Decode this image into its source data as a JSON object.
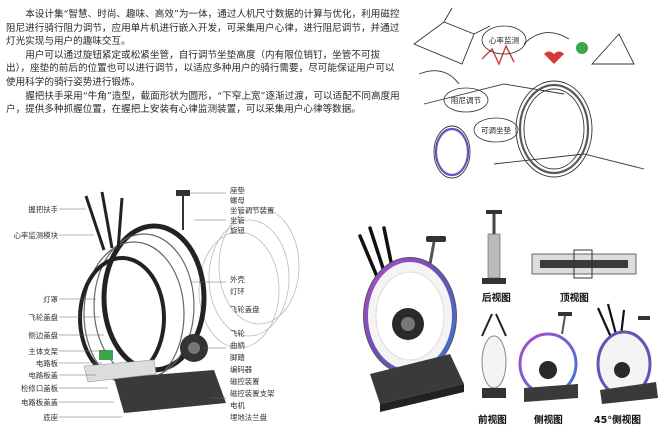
{
  "intro": {
    "paragraphs": [
      "本设计集“智慧、时尚、趣味、高效”为一体，通过人机尺寸数据的计算与优化，利用磁控阻尼进行骑行阻力调节，应用单片机进行嵌入开发，可采集用户心律，进行阻尼调节，并通过灯光实现与用户的趣味交互。",
      "用户可以通过旋钮紧定或松紧坐管，自行调节坐垫高度（内有限位销钉，坐管不可拔出），座垫的前后的位置也可以进行调节，以适应多种用户的骑行需要，尽可能保证用户可以使用科学的骑行姿势进行锻炼。",
      "握把扶手采用“牛角”造型，截面形状为圆形，“下窄上宽”逐渐过渡，可以适配不同高度用户，提供多种抓握位置，在握把上安装有心律监测装置，可以采集用户心律等数据。"
    ]
  },
  "sketch": {
    "notes": [
      "心率监测",
      "阻尼调节",
      "可调坐垫"
    ]
  },
  "exploded": {
    "left_labels": [
      "握把扶手",
      "心率监测模块",
      "灯罩",
      "飞轮盖盘",
      "侧边盖盘",
      "主体支架",
      "电路板",
      "电路板盖",
      "检修口盖板",
      "电路板盖盖",
      "底座"
    ],
    "right_labels": [
      "座垫",
      "螺母",
      "坐管调节装置",
      "坐管",
      "旋钮",
      "外壳",
      "灯环",
      "飞轮盖盘",
      "飞轮",
      "曲柄",
      "脚踏",
      "编码器",
      "磁控装置",
      "磁控装置支架",
      "电机",
      "埋地法兰盘"
    ]
  },
  "views": {
    "rear": "后视图",
    "top": "顶视图",
    "front": "前视图",
    "side": "侧视图",
    "side45": "45°侧视图"
  },
  "colors": {
    "ring_purple": "#6b4fb8",
    "ring_blue": "#3a78d8",
    "ring_magenta": "#b04ac8",
    "base_dark": "#3a3a3a",
    "sketch_red": "#d43a3a",
    "sketch_green": "#3aa84a"
  }
}
